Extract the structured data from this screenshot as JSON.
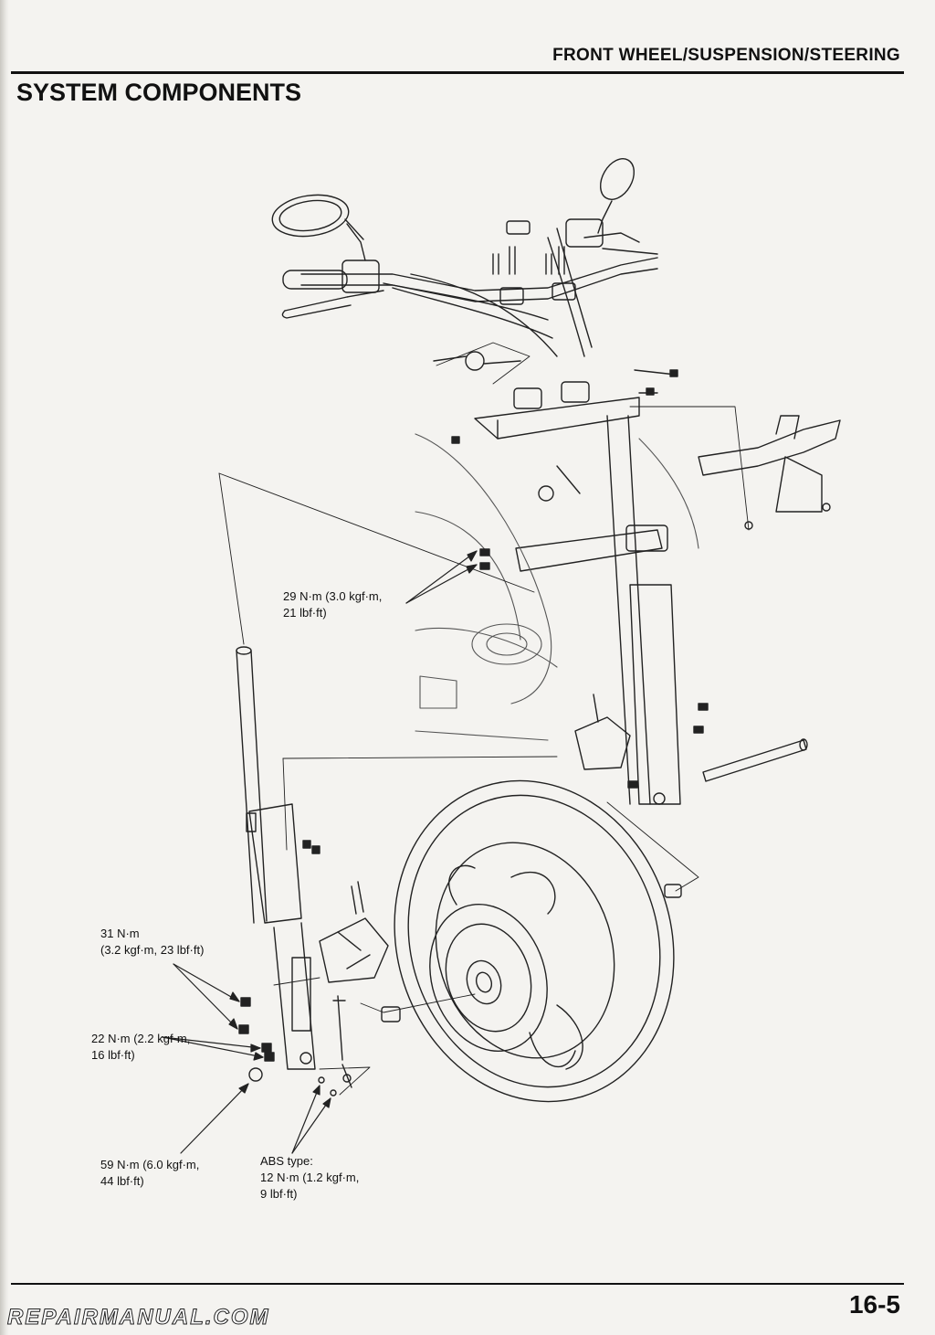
{
  "header": {
    "chapter_title": "FRONT WHEEL/SUSPENSION/STEERING",
    "page_title": "SYSTEM COMPONENTS"
  },
  "callouts": [
    {
      "id": "fork-pinch-bolt",
      "text": "29 N·m (3.0 kgf·m,\n21 lbf·ft)"
    },
    {
      "id": "caliper-bolt",
      "text": "31 N·m\n(3.2 kgf·m, 23 lbf·ft)"
    },
    {
      "id": "axle-pinch-bolt",
      "text": "22 N·m (2.2 kgf·m,\n16 lbf·ft)"
    },
    {
      "id": "axle-bolt",
      "text": "59 N·m (6.0 kgf·m,\n44 lbf·ft)"
    },
    {
      "id": "abs-sensor-bolt",
      "text": "ABS type:\n12 N·m (1.2 kgf·m,\n9 lbf·ft)"
    }
  ],
  "footer": {
    "page_number": "16-5",
    "watermark": "REPAIRMANUAL.COM"
  }
}
